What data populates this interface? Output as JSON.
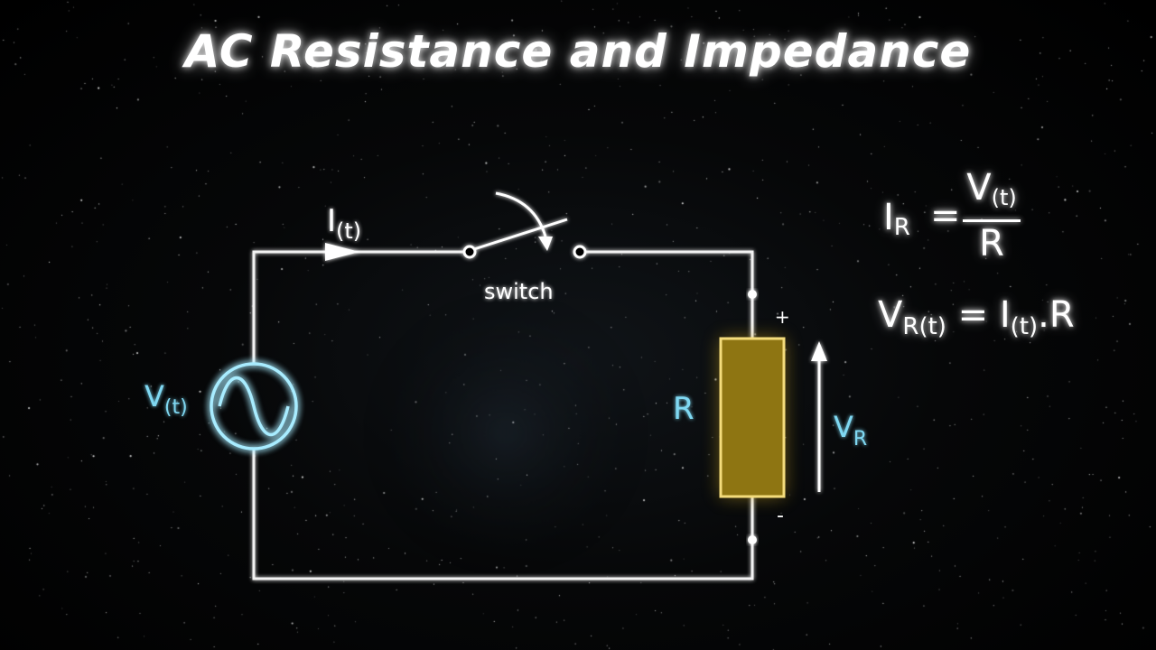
{
  "title": "AC Resistance and Impedance",
  "circuit": {
    "current_label": {
      "main": "I",
      "sub": "(t)"
    },
    "switch_label": "switch",
    "source_label": {
      "main": "V",
      "sub": "(t)"
    },
    "resistor_label": "R",
    "plus_sign": "+",
    "minus_sign": "-",
    "voltage_label": {
      "main": "V",
      "sub": "R"
    }
  },
  "equations": {
    "eq1": {
      "lhs_main": "I",
      "lhs_sub": "R",
      "equals": "=",
      "num_main": "V",
      "num_sub": "(t)",
      "den": "R"
    },
    "eq2": {
      "v": "V",
      "v_sub": "R(t)",
      "equals": "=",
      "i": "I",
      "i_sub": "(t)",
      "tail": ".R"
    }
  },
  "colors": {
    "wire": "#f2f2f2",
    "source": "#7fd8f2",
    "resistor_fill": "#a88a14",
    "resistor_stroke": "#f1d26a",
    "text": "#ffffff"
  }
}
